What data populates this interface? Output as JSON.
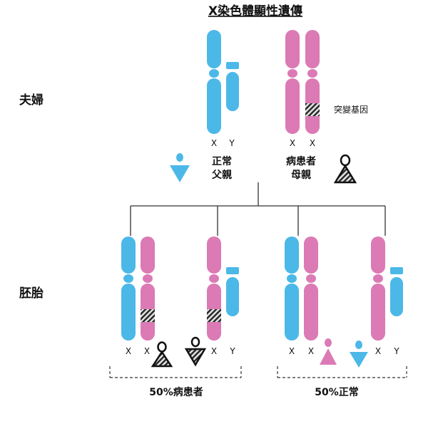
{
  "title": "X染色體顯性遺傳",
  "row_labels": {
    "parents": "夫婦",
    "embryos": "胚胎"
  },
  "mutation_label": "突變基因",
  "parents": {
    "father": {
      "line1": "正常",
      "line2": "父親",
      "chrom_labels": [
        "X",
        "Y"
      ]
    },
    "mother": {
      "line1": "病患者",
      "line2": "母親",
      "chrom_labels": [
        "X",
        "X"
      ]
    }
  },
  "embryos": [
    {
      "chrom_labels": [
        "X",
        "X"
      ]
    },
    {
      "chrom_labels": [
        "X",
        "Y"
      ]
    },
    {
      "chrom_labels": [
        "X",
        "X"
      ]
    },
    {
      "chrom_labels": [
        "X",
        "Y"
      ]
    }
  ],
  "group_labels": {
    "affected": "50%病患者",
    "normal": "50%正常"
  },
  "colors": {
    "blue": "#4cb8e8",
    "pink": "#db7ab4",
    "line": "#333333"
  }
}
